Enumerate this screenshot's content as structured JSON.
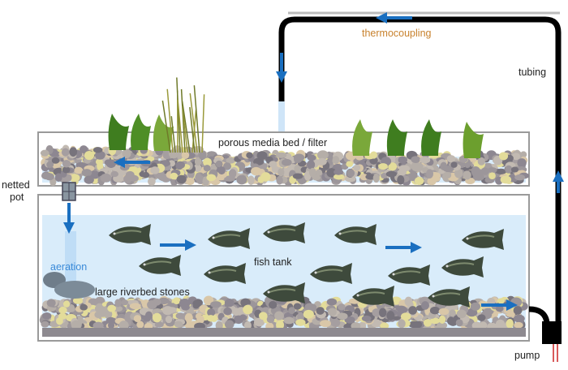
{
  "title": "Aquaponics system diagram",
  "labels": {
    "thermocoupling": "thermocoupling",
    "tubing": "tubing",
    "media_bed": "porous media bed / filter",
    "netted_pot_line1": "netted",
    "netted_pot_line2": "pot",
    "aeration": "aeration",
    "stones": "large riverbed stones",
    "fish_tank": "fish tank",
    "pump": "pump"
  },
  "colors": {
    "flow_arrow": "#1a6fc0",
    "thermocoupling_text": "#c8822e",
    "aeration_text": "#3a8ad8",
    "water": "#d9ecfa",
    "tubing": "#000000",
    "frame": "#9a9a9a"
  },
  "icons": [
    "flow-arrow-icon",
    "fish-icon",
    "plant-icon",
    "pump-icon"
  ]
}
